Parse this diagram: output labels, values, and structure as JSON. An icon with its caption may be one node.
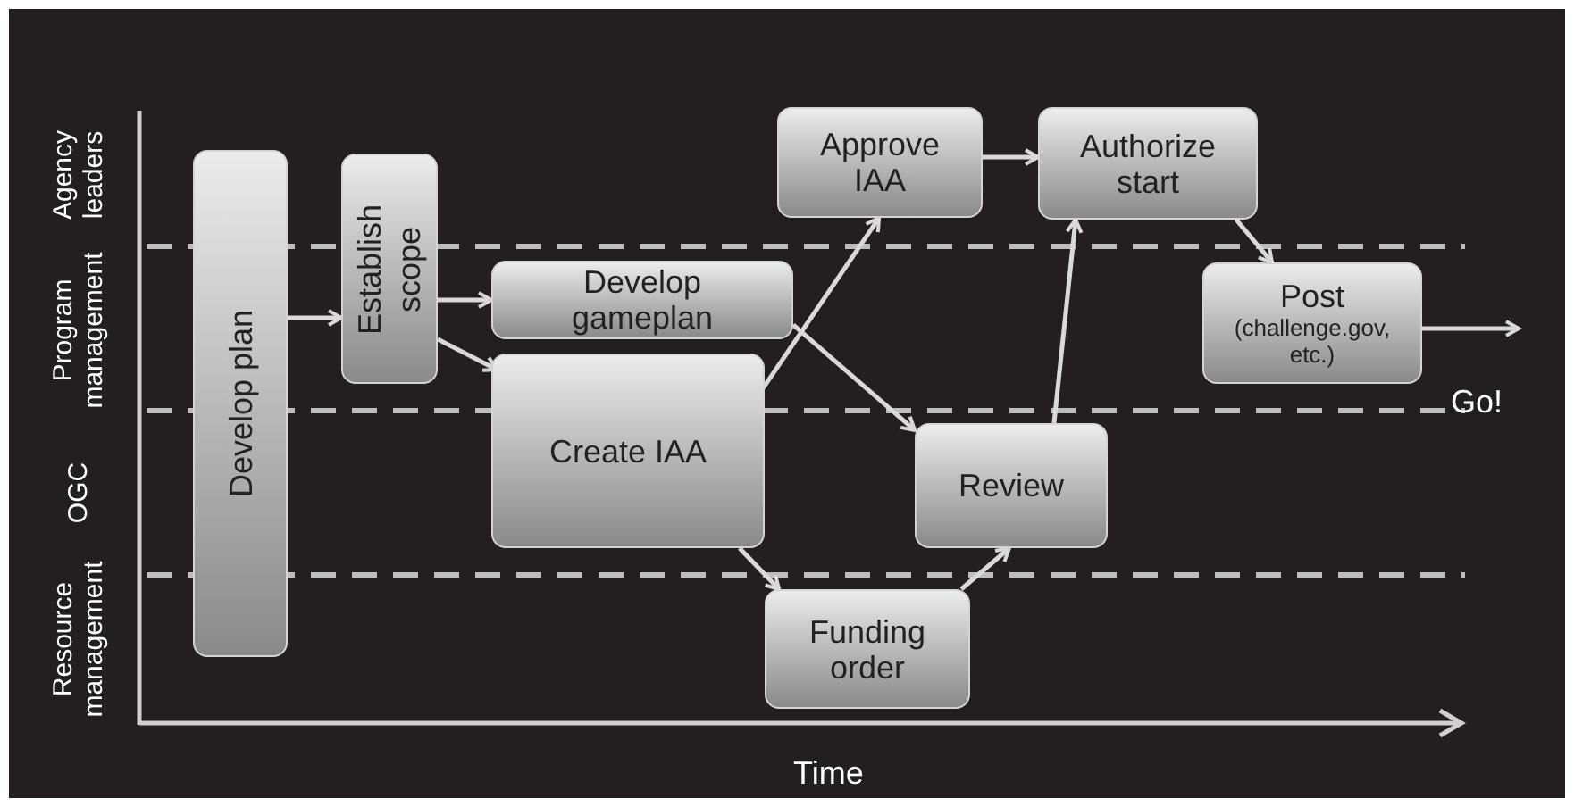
{
  "diagram": {
    "nodes": [
      {
        "text": [
          "Develop plan"
        ]
      },
      {
        "text": [
          "Establish scope"
        ]
      },
      {
        "text": [
          "Develop gameplan"
        ]
      },
      {
        "text": [
          "Create IAA"
        ]
      },
      {
        "text": [
          "Approve IAA"
        ]
      },
      {
        "text": [
          "Authorize start"
        ]
      },
      {
        "text": [
          "Post",
          "(challenge.gov, etc.)"
        ]
      },
      {
        "text": [
          "Review"
        ]
      },
      {
        "text": [
          "Funding order"
        ]
      }
    ],
    "edges": [
      {
        "from": 0,
        "to": 1,
        "arrow": "to"
      },
      {
        "from": 1,
        "to": 2,
        "arrow": "to"
      },
      {
        "from": 1,
        "to": 3,
        "arrow": "to"
      },
      {
        "from": 3,
        "to": 4,
        "arrow": "to"
      },
      {
        "from": 2,
        "to": 7,
        "arrow": "to"
      },
      {
        "from": 3,
        "to": 8,
        "arrow": "to"
      },
      {
        "from": 8,
        "to": 7,
        "arrow": "to"
      },
      {
        "from": 4,
        "to": 5,
        "arrow": "to"
      },
      {
        "from": 7,
        "to": 5,
        "arrow": "to"
      },
      {
        "from": 5,
        "to": 6,
        "arrow": "to"
      },
      {
        "from": 6,
        "to": null,
        "arrow": "to"
      }
    ],
    "labels": [
      "Agency leaders",
      "Program management",
      "OGC",
      "Resource management",
      "Go!",
      "Time"
    ]
  }
}
